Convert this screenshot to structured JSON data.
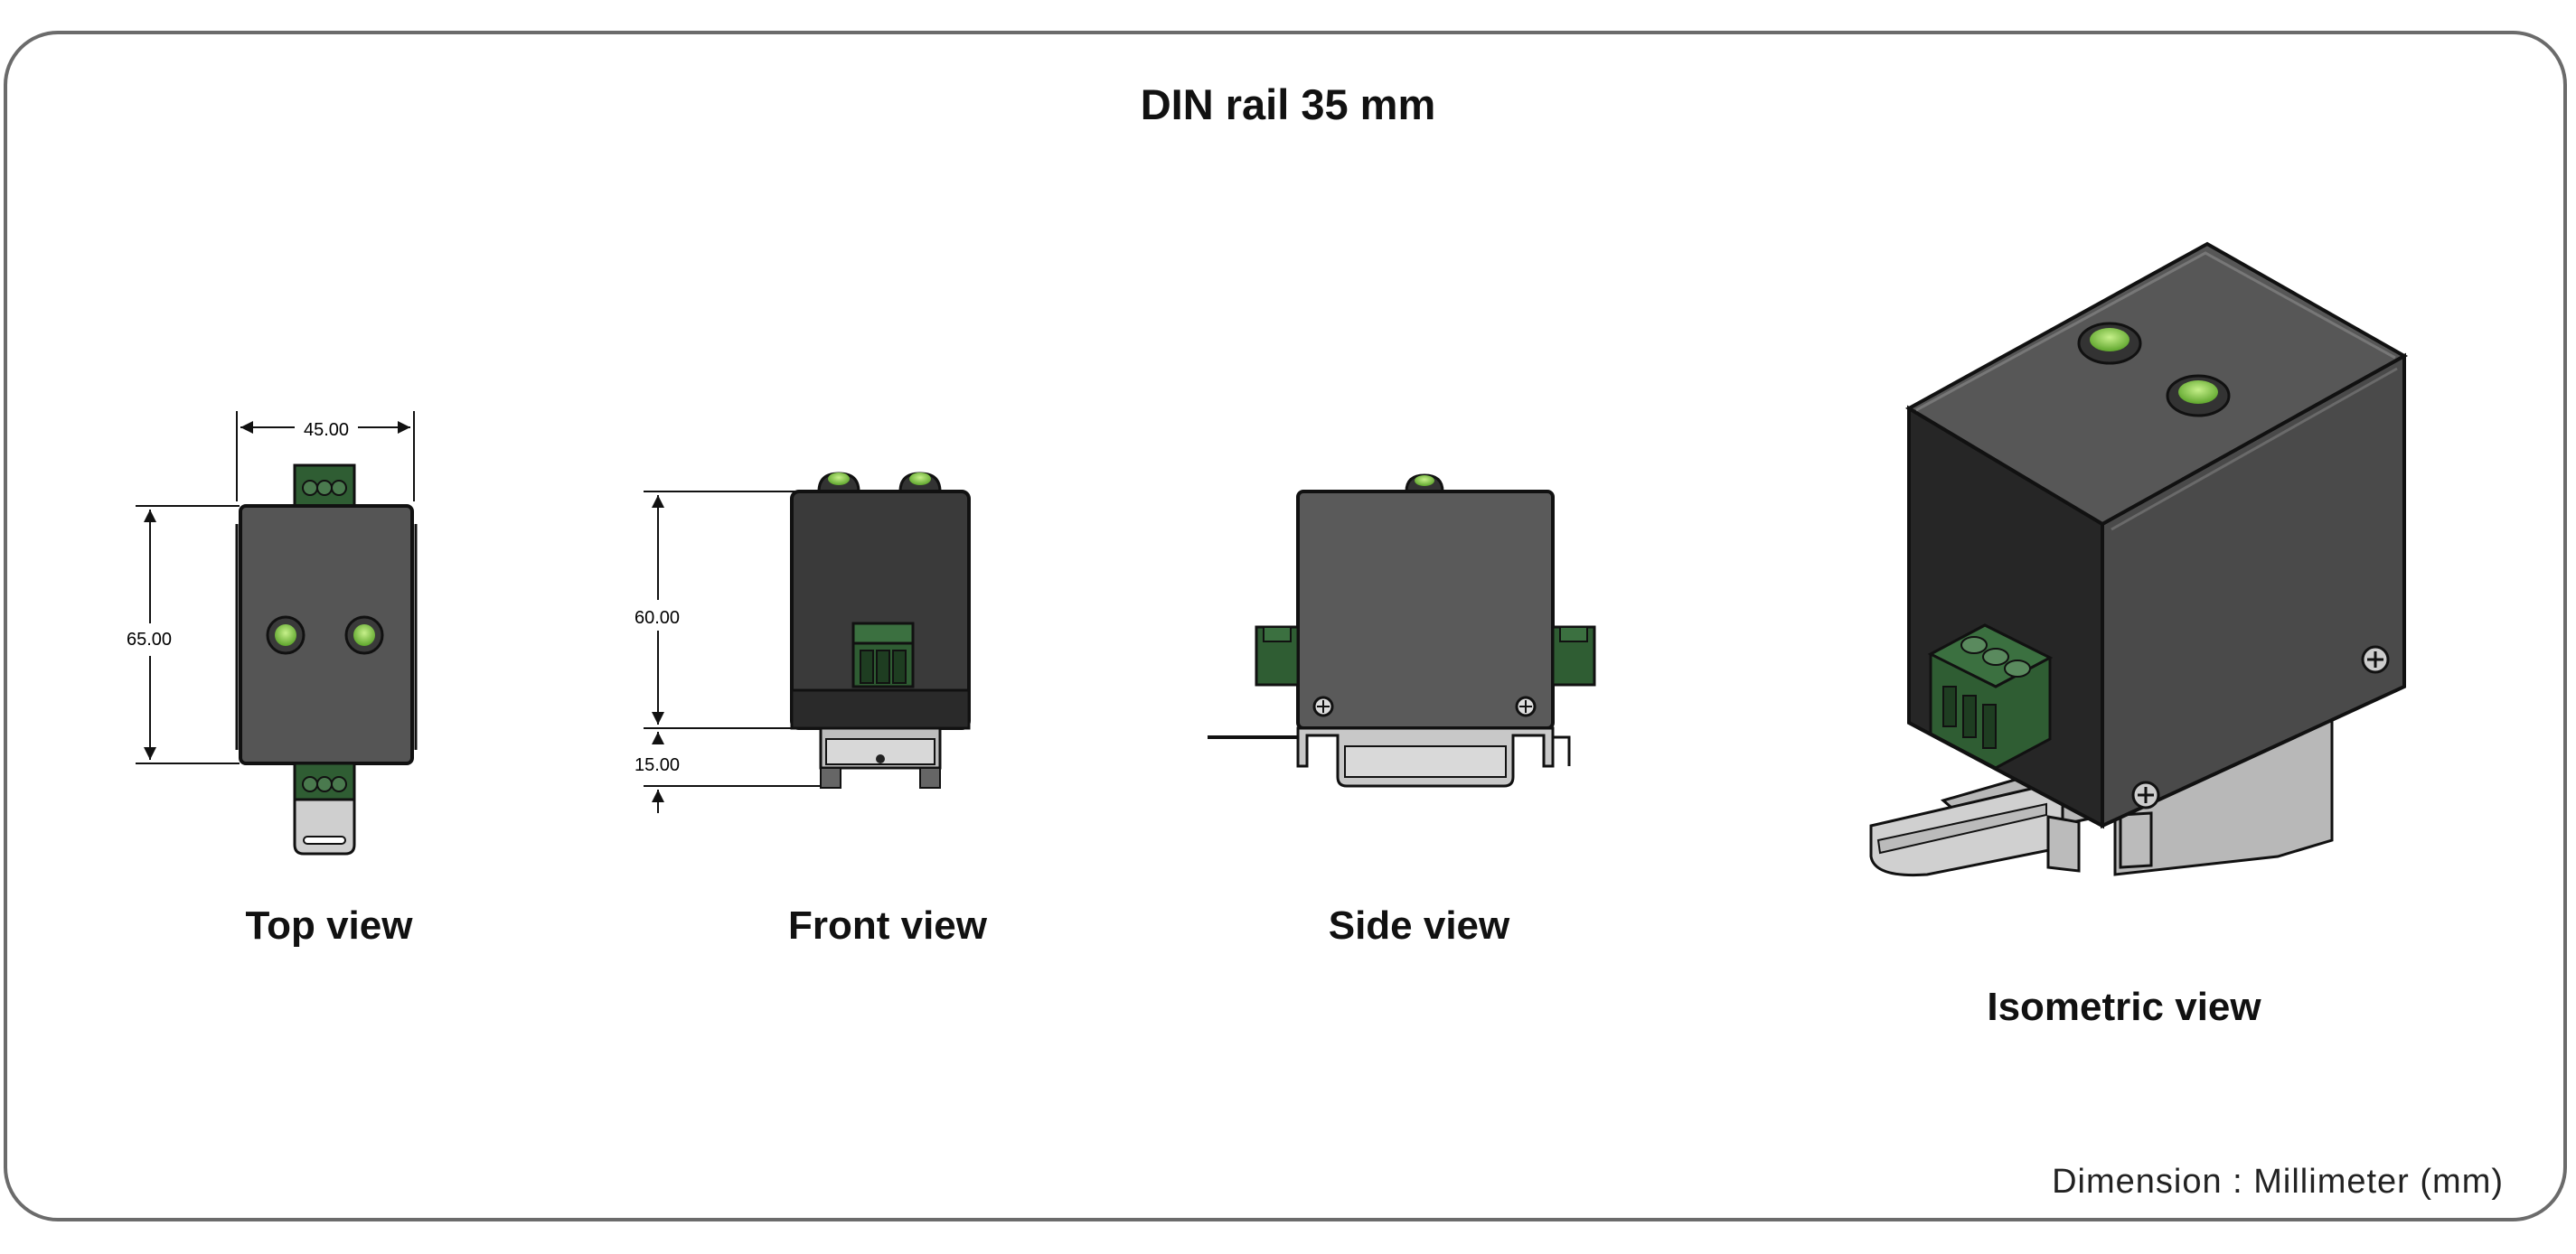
{
  "title": "DIN rail 35 mm",
  "views": {
    "top": "Top view",
    "front": "Front view",
    "side": "Side view",
    "isometric": "Isometric view"
  },
  "dimensions": {
    "top_width": "45.00",
    "top_height": "65.00",
    "front_height": "60.00",
    "front_rail": "15.00"
  },
  "unit_note": "Dimension : Millimeter (mm)",
  "colors": {
    "enclosure": "#4a4a4a",
    "enclosure_dark": "#262626",
    "led": "#8fd14f",
    "terminal": "#2f5d33",
    "rail": "#c8c8c8",
    "frame": "#6b6b6b"
  }
}
